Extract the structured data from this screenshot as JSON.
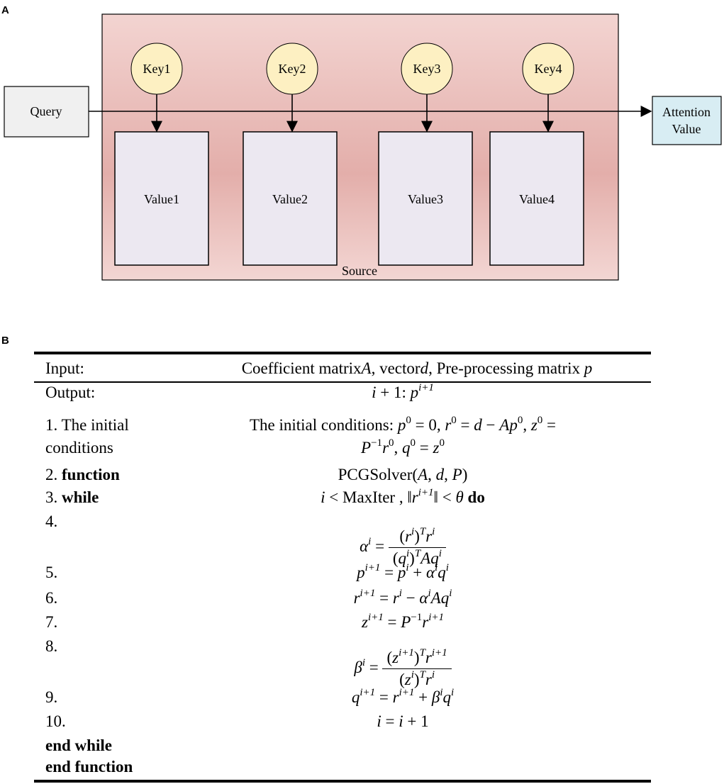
{
  "panel_a": {
    "label": "A",
    "query": "Query",
    "keys": [
      "Key1",
      "Key2",
      "Key3",
      "Key4"
    ],
    "values": [
      "Value1",
      "Value2",
      "Value3",
      "Value4"
    ],
    "source": "Source",
    "attention_line1": "Attention",
    "attention_line2": "Value"
  },
  "panel_b": {
    "label": "B",
    "input_label": "Input:",
    "input_text": "Coefficient matrixA, vectord, Pre-processing matrix p",
    "output_label": "Output:",
    "output_text": "i + 1: p^{i+1}",
    "steps": [
      {
        "num": "1. The initial",
        "num2": "conditions",
        "line1": "The initial conditions: p⁰ = 0, r⁰ = d − Ap⁰, z⁰ =",
        "line2": "P⁻¹r⁰, q⁰ = z⁰"
      },
      {
        "num": "2.",
        "keyword": "function",
        "text": "PCGSolver(A, d, P)"
      },
      {
        "num": "3.",
        "keyword": "while",
        "text": "i <  MaxIter , ‖r^{i+1}‖ < θ",
        "trail": "do"
      },
      {
        "num": "4.",
        "text": "αⁱ = (rⁱ)ᵀrⁱ / (qⁱ)ᵀAqⁱ"
      },
      {
        "num": "5.",
        "text": "p^{i+1} = pⁱ + αⁱqⁱ"
      },
      {
        "num": "6.",
        "text": "r^{i+1} = rⁱ − αⁱAqⁱ"
      },
      {
        "num": "7.",
        "text": "z^{i+1} = P⁻¹r^{i+1}"
      },
      {
        "num": "8.",
        "text": "βⁱ = (z^{i+1})ᵀr^{i+1} / (zⁱ)ᵀrⁱ"
      },
      {
        "num": "9.",
        "text": "q^{i+1} = r^{i+1} + βⁱqⁱ"
      },
      {
        "num": "10.",
        "text": "i = i + 1"
      }
    ],
    "end_while": "end while",
    "end_function": "end function"
  },
  "colors": {
    "source_fill": "#e8b4b0",
    "key_fill": "#fdf0c2",
    "value_fill": "#ece8f1",
    "query_fill": "#f0f0f0",
    "attention_fill": "#d8edf3"
  }
}
